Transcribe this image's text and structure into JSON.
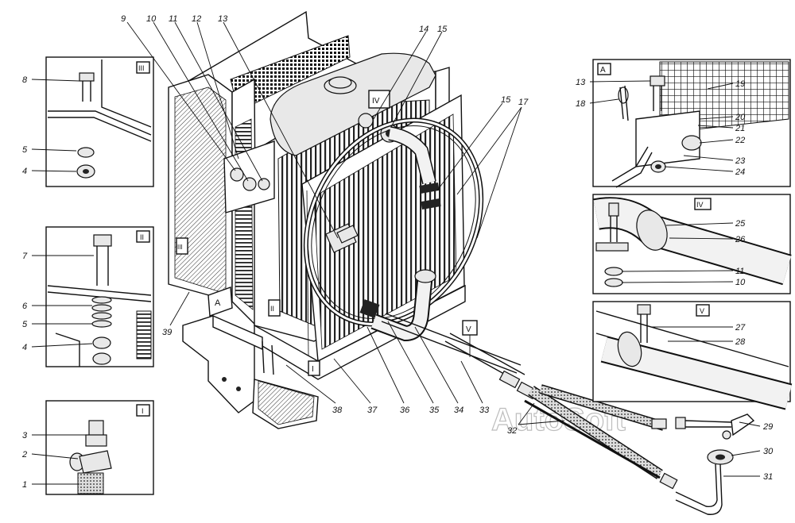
{
  "watermark": "AutoSoft",
  "insets": [
    {
      "id": "III",
      "tag": "III"
    },
    {
      "id": "II",
      "tag": "II"
    },
    {
      "id": "I",
      "tag": "I"
    },
    {
      "id": "A",
      "tag": "A"
    },
    {
      "id": "IV",
      "tag": "IV"
    },
    {
      "id": "V",
      "tag": "V"
    }
  ],
  "view_tags": {
    "a_main": "A",
    "iii_main": "III",
    "ii_main": "II",
    "i_main": "I",
    "iv_main": "IV",
    "v_main": "V"
  },
  "callouts": [
    {
      "id": "c9",
      "text": "9"
    },
    {
      "id": "c10",
      "text": "10"
    },
    {
      "id": "c11",
      "text": "11"
    },
    {
      "id": "c12",
      "text": "12"
    },
    {
      "id": "c13",
      "text": "13"
    },
    {
      "id": "c14",
      "text": "14"
    },
    {
      "id": "c15a",
      "text": "15"
    },
    {
      "id": "c15b",
      "text": "15"
    },
    {
      "id": "c17",
      "text": "17"
    },
    {
      "id": "c39",
      "text": "39"
    },
    {
      "id": "c38",
      "text": "38"
    },
    {
      "id": "c37",
      "text": "37"
    },
    {
      "id": "c36",
      "text": "36"
    },
    {
      "id": "c35",
      "text": "35"
    },
    {
      "id": "c34",
      "text": "34"
    },
    {
      "id": "c33",
      "text": "33"
    },
    {
      "id": "c32",
      "text": "32"
    },
    {
      "id": "c29",
      "text": "29"
    },
    {
      "id": "c30",
      "text": "30"
    },
    {
      "id": "c31",
      "text": "31"
    },
    {
      "id": "c8",
      "text": "8"
    },
    {
      "id": "c5a",
      "text": "5"
    },
    {
      "id": "c4a",
      "text": "4"
    },
    {
      "id": "c7",
      "text": "7"
    },
    {
      "id": "c6",
      "text": "6"
    },
    {
      "id": "c5b",
      "text": "5"
    },
    {
      "id": "c4b",
      "text": "4"
    },
    {
      "id": "c3",
      "text": "3"
    },
    {
      "id": "c2",
      "text": "2"
    },
    {
      "id": "c1",
      "text": "1"
    },
    {
      "id": "cA13",
      "text": "13"
    },
    {
      "id": "c18",
      "text": "18"
    },
    {
      "id": "c19",
      "text": "19"
    },
    {
      "id": "c20",
      "text": "20"
    },
    {
      "id": "c21",
      "text": "21"
    },
    {
      "id": "c22",
      "text": "22"
    },
    {
      "id": "c23",
      "text": "23"
    },
    {
      "id": "c24",
      "text": "24"
    },
    {
      "id": "c25",
      "text": "25"
    },
    {
      "id": "c26",
      "text": "26"
    },
    {
      "id": "cIV11",
      "text": "11"
    },
    {
      "id": "cIV10",
      "text": "10"
    },
    {
      "id": "c27",
      "text": "27"
    },
    {
      "id": "c28",
      "text": "28"
    }
  ]
}
